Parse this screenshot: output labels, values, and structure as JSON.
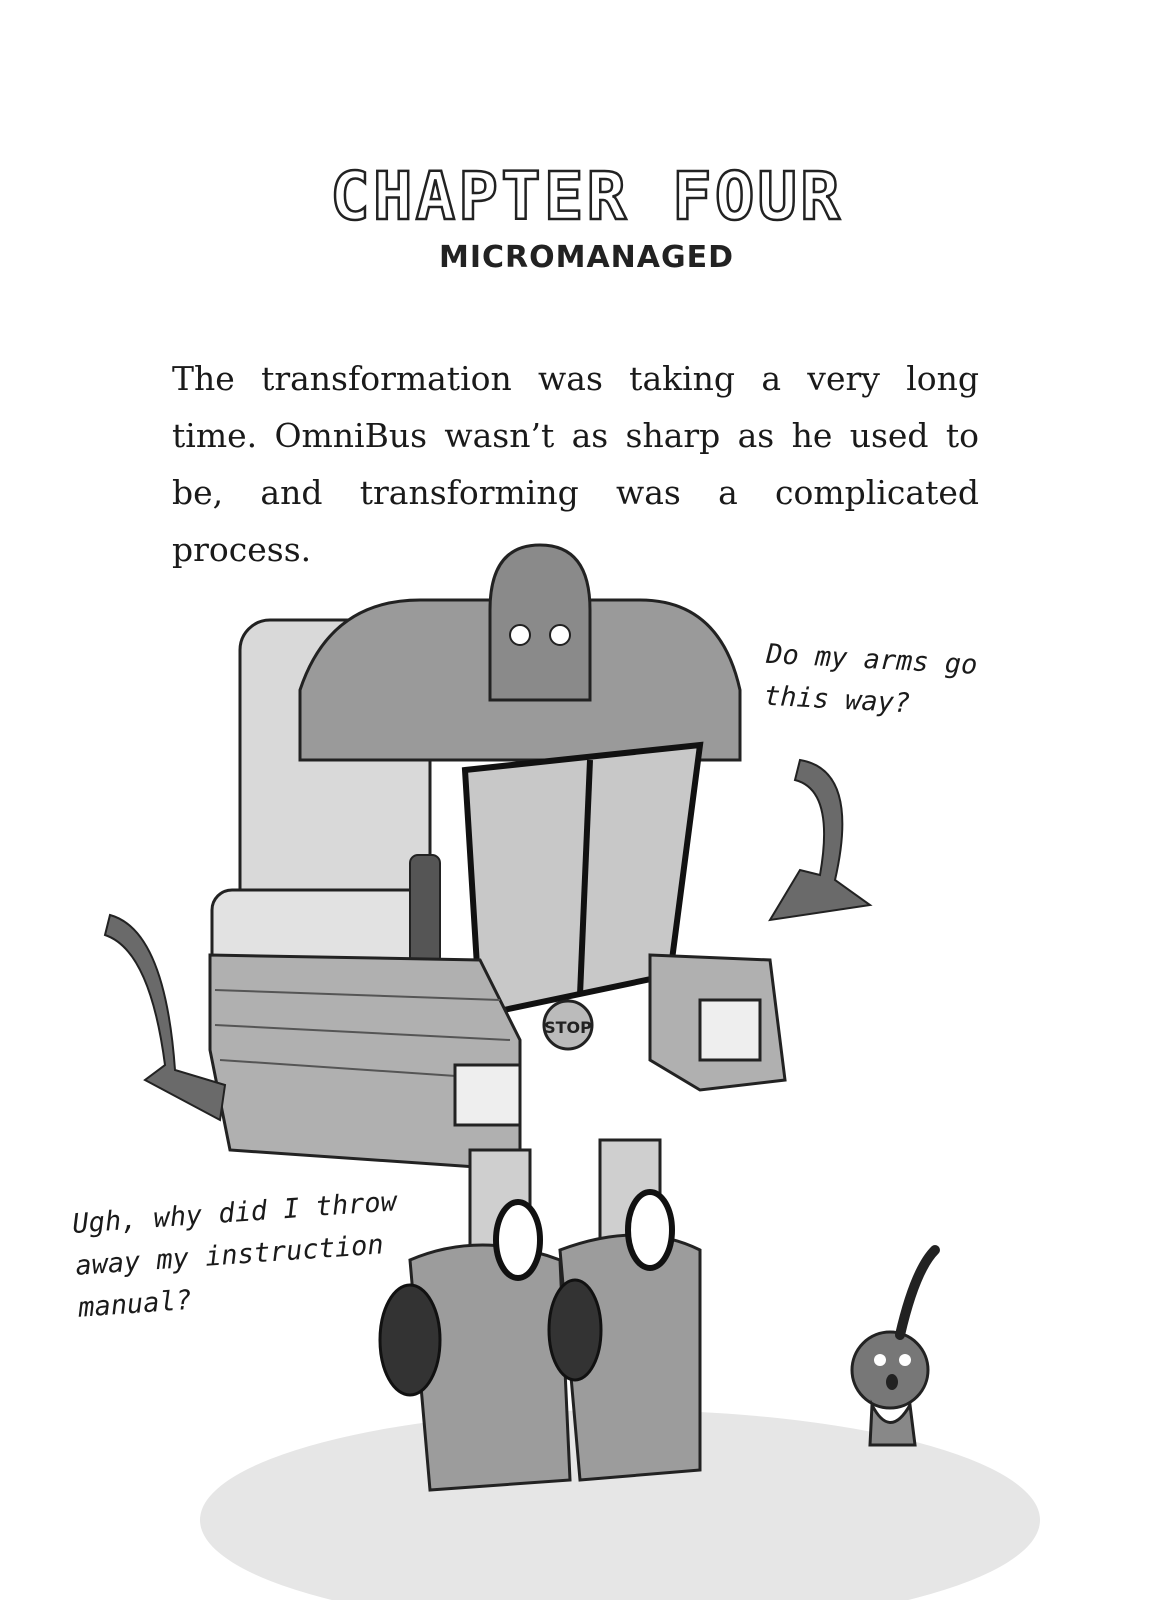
{
  "chapter": {
    "title": "CHAPTER FOUR",
    "subtitle": "MICROMANAGED"
  },
  "body": {
    "paragraph": "The transformation was taking a very long time. OmniBus wasn’t as sharp as he used to be, and transforming was a complicated process."
  },
  "illustration": {
    "speech_right": "Do my arms go this way?",
    "speech_left": "Ugh, why did I throw away my instruction manual?",
    "sign_text": "STOP"
  }
}
